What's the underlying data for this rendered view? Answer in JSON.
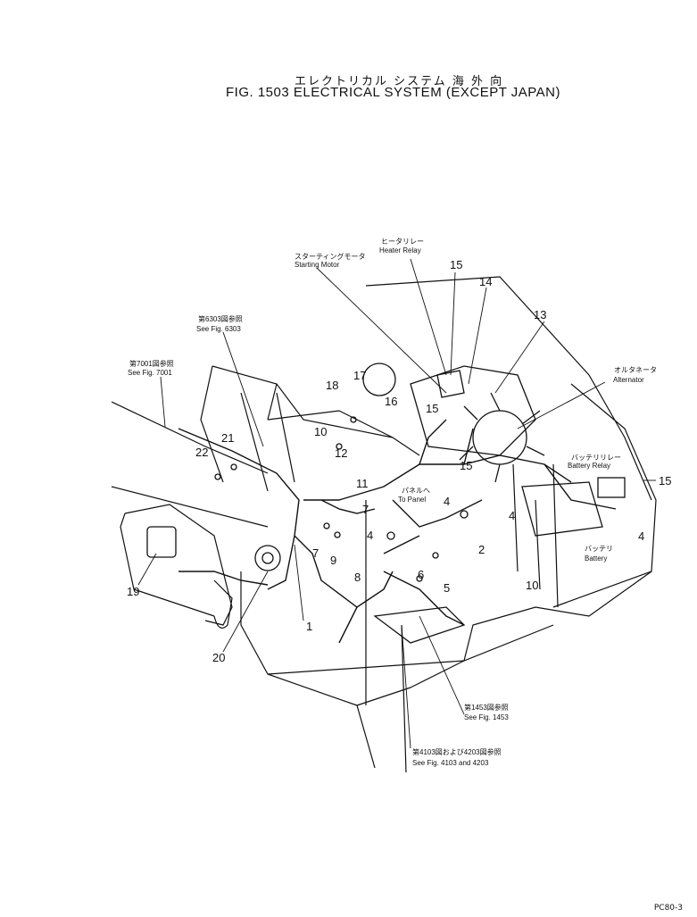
{
  "title": {
    "jp": "エレクトリカル システム 海 外 向",
    "en": "FIG. 1503 ELECTRICAL SYSTEM (EXCEPT JAPAN)"
  },
  "page_code": "PC80-3",
  "callouts": {
    "starting_motor": {
      "jp": "スターティングモータ",
      "en": "Starting Motor"
    },
    "heater_relay": {
      "jp": "ヒータリレー",
      "en": "Heater Relay"
    },
    "alternator": {
      "jp": "オルタネータ",
      "en": "Alternator"
    },
    "battery_relay": {
      "jp": "バッテリリレー",
      "en": "Battery Relay"
    },
    "battery": {
      "jp": "バッテリ",
      "en": "Battery"
    },
    "to_panel": {
      "jp": "パネルへ",
      "en": "To Panel"
    },
    "see_6303": {
      "jp": "第6303図参照",
      "en": "See Fig. 6303"
    },
    "see_7001": {
      "jp": "第7001図参照",
      "en": "See Fig. 7001"
    },
    "see_1453": {
      "jp": "第1453図参照",
      "en": "See Fig. 1453"
    },
    "see_4103": {
      "jp": "第4103図および4203図参照",
      "en": "See Fig. 4103 and 4203"
    }
  },
  "parts": {
    "p1": "1",
    "p2": "2",
    "p4a": "4",
    "p4b": "4",
    "p4c": "4",
    "p4d": "4",
    "p5": "5",
    "p6": "6",
    "p7a": "7",
    "p7b": "7",
    "p8": "8",
    "p9": "9",
    "p10a": "10",
    "p10b": "10",
    "p11": "11",
    "p12": "12",
    "p13": "13",
    "p14": "14",
    "p15a": "15",
    "p15b": "15",
    "p15c": "15",
    "p15d": "15",
    "p16": "16",
    "p17": "17",
    "p18": "18",
    "p19": "19",
    "p20": "20",
    "p21": "21",
    "p22": "22"
  }
}
